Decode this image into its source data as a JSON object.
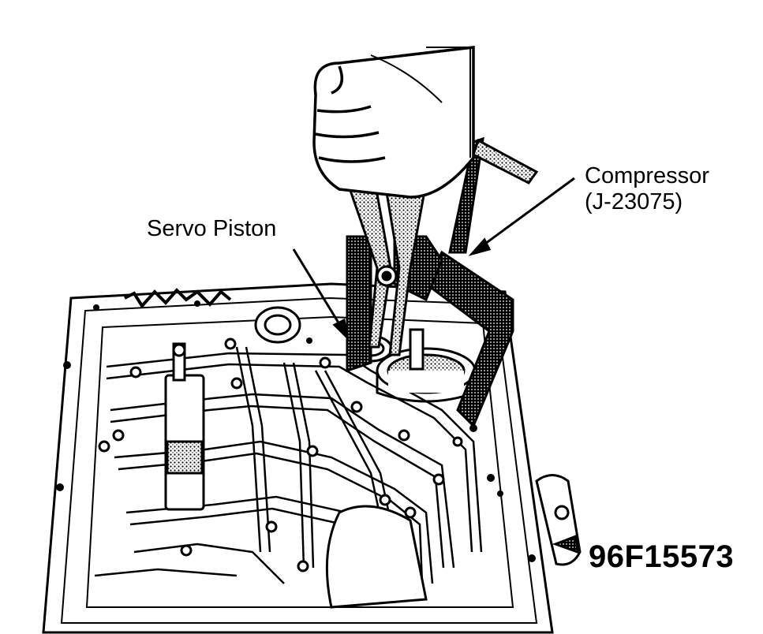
{
  "labels": {
    "compressor_line1": "Compressor",
    "compressor_line2": "(J-23075)",
    "servo_piston": "Servo Piston"
  },
  "figure_number": "96F15573",
  "colors": {
    "ink": "#000000",
    "paper": "#ffffff"
  }
}
